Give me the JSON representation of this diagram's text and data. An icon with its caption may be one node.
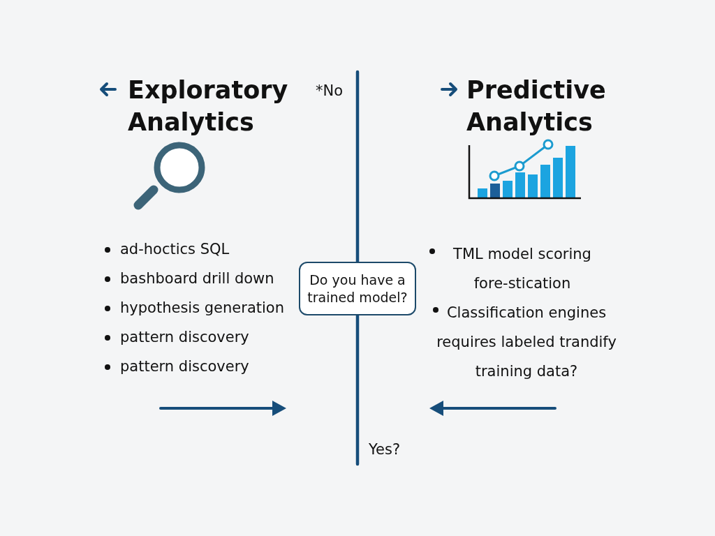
{
  "diagram": {
    "nodes": [
      {
        "text": [
          "Do you have a trained model?"
        ]
      }
    ],
    "labels": [
      "Exploratory Analytics",
      "*No",
      "Predictive Analytics",
      "ad-hoctics SQL",
      "bashboard drill down",
      "hypothesis generation",
      "pattern discovery",
      "pattern discovery",
      "TML model scoring fore-stication",
      "Classification engines requires labeled trandify training data?",
      "Yes?"
    ]
  }
}
